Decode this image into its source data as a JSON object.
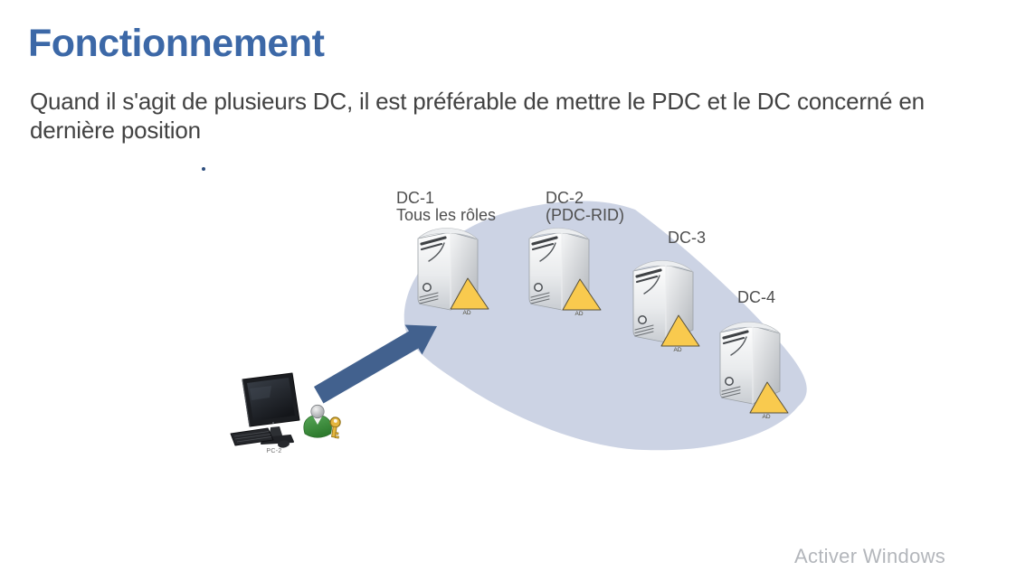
{
  "slide": {
    "title": "Fonctionnement",
    "body": {
      "line1": "Quand il s'agit de plusieurs DC, il est préférable de mettre le PDC et le DC concerné en",
      "line2": "dernière position"
    }
  },
  "diagram": {
    "servers": [
      {
        "name": "DC-1",
        "role": "Tous les rôles",
        "badge": "AD"
      },
      {
        "name": "DC-2",
        "role": "(PDC-RID)",
        "badge": "AD"
      },
      {
        "name": "DC-3",
        "role": "",
        "badge": "AD"
      },
      {
        "name": "DC-4",
        "role": "",
        "badge": "AD"
      }
    ],
    "client": {
      "name": "PC-2"
    },
    "colors": {
      "ellipse": "#ccd3e4",
      "arrow": "#42618e",
      "ad_triangle": "#f9ca4e",
      "title_blue": "#3c68a7"
    }
  },
  "watermark": {
    "line1": "Activer Windows"
  }
}
